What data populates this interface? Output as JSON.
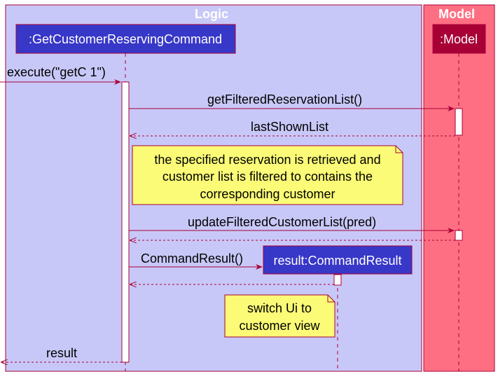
{
  "boxes": {
    "logic": "Logic",
    "model": "Model"
  },
  "participants": {
    "command": ":GetCustomerReservingCommand",
    "model": ":Model",
    "result": "result:CommandResult"
  },
  "messages": {
    "execute": "execute(\"getC 1\")",
    "get_filtered_reservation_list": "getFilteredReservationList()",
    "last_shown_list": "lastShownList",
    "update_filtered_customer_list": "updateFilteredCustomerList(pred)",
    "command_result": "CommandResult()",
    "result": "result"
  },
  "notes": {
    "retrieval": [
      "the specified reservation is retrieved and",
      "customer list is filtered to contains the",
      "corresponding customer"
    ],
    "switch_ui": [
      "switch Ui to",
      "customer view"
    ]
  },
  "colors": {
    "logic_box": "#C8C8F8",
    "model_box": "#FF6F83",
    "participant_blue": "#3737C8",
    "participant_red": "#A80036",
    "arrow": "#A80036",
    "note_fill": "#FBFB77",
    "box_title": "#FFFFFF"
  }
}
